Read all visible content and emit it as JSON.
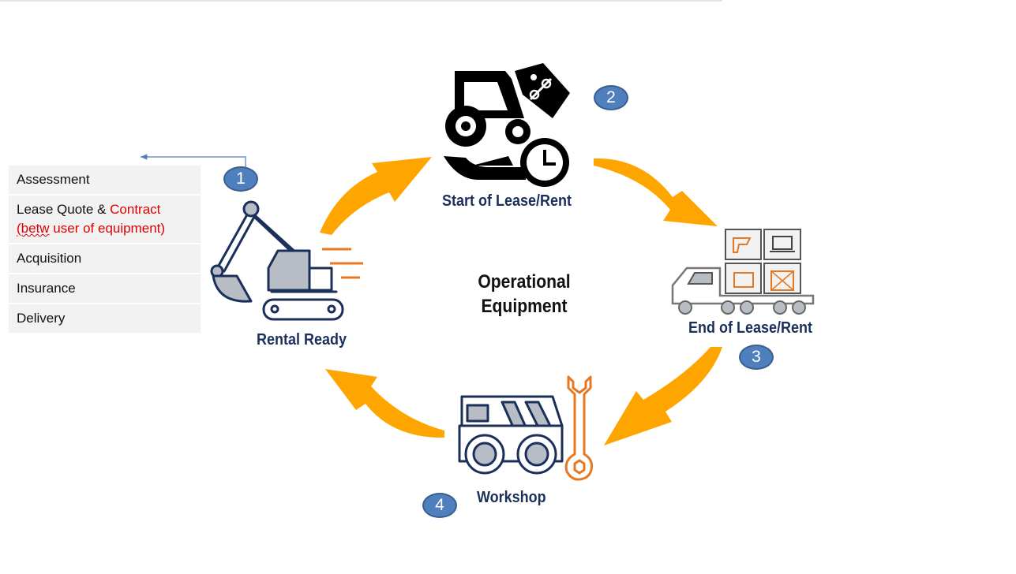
{
  "center": {
    "line1": "Operational",
    "line2": "Equipment"
  },
  "stages": [
    {
      "number": "1",
      "label": "Rental Ready"
    },
    {
      "number": "2",
      "label": "Start of Lease/Rent"
    },
    {
      "number": "3",
      "label": "End of Lease/Rent"
    },
    {
      "number": "4",
      "label": "Workshop"
    }
  ],
  "list": {
    "assessment": "Assessment",
    "lease_quote_prefix": "Lease Quote & ",
    "lease_quote_contract": "Contract",
    "lease_quote_line2_misspelled": "(betw",
    "lease_quote_line2_rest": " user of equipment)",
    "acquisition": "Acquisition",
    "insurance": "Insurance",
    "delivery": "Delivery"
  },
  "colors": {
    "arrow": "#ffa500",
    "navy": "#1a2f5a",
    "badge": "#4f80bd",
    "accent_orange": "#e87722",
    "contract_red": "#e00000"
  },
  "icons": [
    "excavator-icon",
    "tractor-lease-icon",
    "truck-containers-icon",
    "mining-truck-icon",
    "wrench-icon"
  ]
}
